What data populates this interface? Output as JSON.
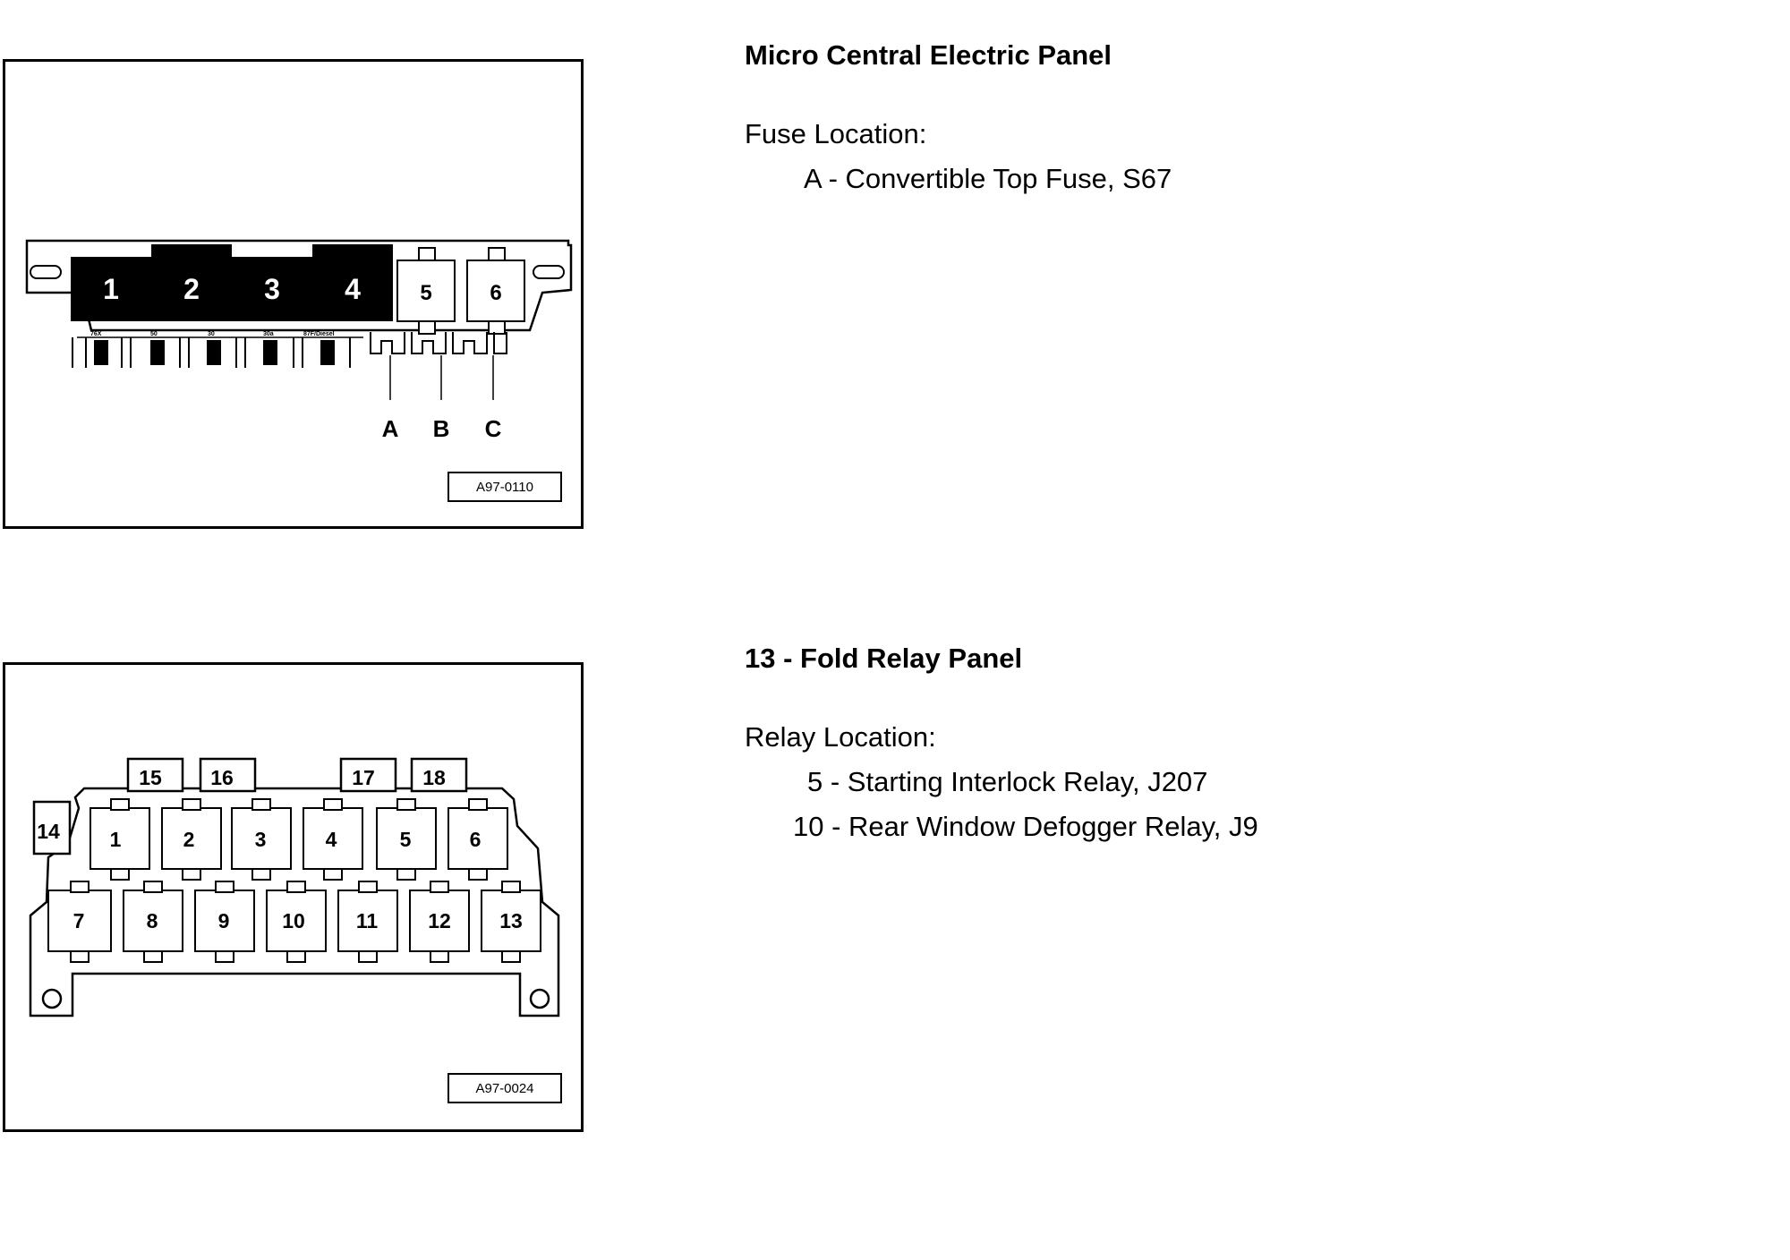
{
  "panel1": {
    "title": "Micro Central Electric Panel",
    "location_label": "Fuse Location:",
    "entries": [
      {
        "text": "A - Convertible Top Fuse, S67"
      }
    ],
    "figure": {
      "ref": "A97-0110",
      "relays": [
        "1",
        "2",
        "3",
        "4",
        "5",
        "6"
      ],
      "small_labels": [
        "76X",
        "50",
        "30",
        "30a",
        "87F/Diesel"
      ],
      "terminals": [
        "A",
        "B",
        "C"
      ]
    }
  },
  "panel2": {
    "title": "13 - Fold Relay Panel",
    "location_label": "Relay Location:",
    "entries": [
      {
        "text": "5 - Starting Interlock Relay, J207"
      },
      {
        "text": "10 - Rear Window Defogger Relay, J9"
      }
    ],
    "figure": {
      "ref": "A97-0024",
      "top_row": [
        "1",
        "2",
        "3",
        "4",
        "5",
        "6"
      ],
      "bottom_row": [
        "7",
        "8",
        "9",
        "10",
        "11",
        "12",
        "13"
      ],
      "side_slot": "14",
      "top_slots": [
        "15",
        "16",
        "17",
        "18"
      ]
    }
  }
}
